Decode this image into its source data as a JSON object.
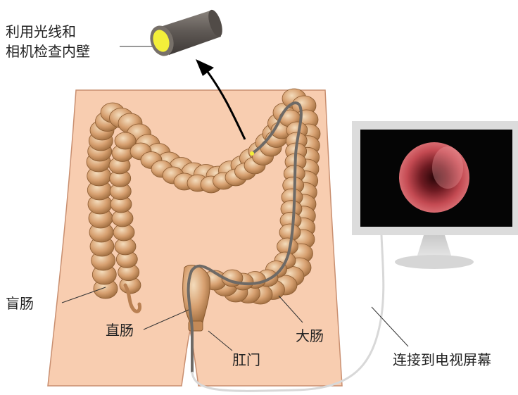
{
  "labels": {
    "scope_line1": "利用光线和",
    "scope_line2": "相机检查内壁",
    "cecum": "盲肠",
    "rectum": "直肠",
    "anus": "肛门",
    "large_intestine": "大肠",
    "monitor": "连接到电视屏幕"
  },
  "colors": {
    "skin": "#f8cdb0",
    "skin_outline": "#c98f70",
    "colon": "#d9a373",
    "colon_dark": "#a8703f",
    "colon_light": "#f2d3ad",
    "scope_tube": "#6e6a66",
    "monitor_frame": "#dcdcdc",
    "monitor_screen": "#050505",
    "lumen": "#b84248",
    "cable": "#d8d8d8",
    "light": "#f3ef3a"
  }
}
